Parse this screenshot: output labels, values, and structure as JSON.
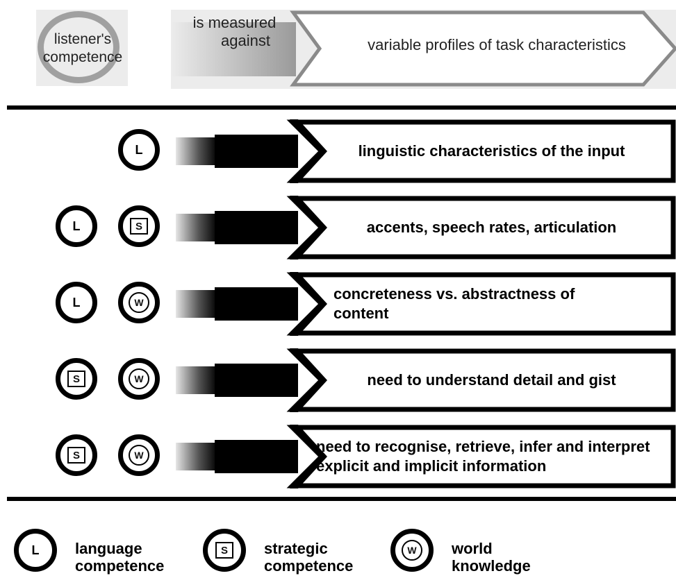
{
  "header": {
    "competence_label": "listener's competence",
    "measured_line1": "is measured",
    "measured_line2": "against",
    "task_profiles": "variable profiles of task characteristics"
  },
  "rows": [
    {
      "symbols": [
        "L"
      ],
      "text": "linguistic characteristics of the input"
    },
    {
      "symbols": [
        "L",
        "S"
      ],
      "text": "accents, speech rates, articulation"
    },
    {
      "symbols": [
        "L",
        "W"
      ],
      "text": "concreteness vs. abstractness of content"
    },
    {
      "symbols": [
        "S",
        "W"
      ],
      "text": "need to understand detail and gist"
    },
    {
      "symbols": [
        "S",
        "W"
      ],
      "text": "need to recognise, retrieve, infer and interpret explicit and implicit information"
    }
  ],
  "legend": [
    {
      "symbol": "L",
      "line1": "language",
      "line2": "competence"
    },
    {
      "symbol": "S",
      "line1": "strategic",
      "line2": "competence"
    },
    {
      "symbol": "W",
      "line1": "world",
      "line2": "knowledge"
    }
  ],
  "colors": {
    "ink": "#000000",
    "header_bg": "#ececec",
    "ring_gray": "#a0a0a0",
    "arrow_gray": "#9a9a9a"
  }
}
